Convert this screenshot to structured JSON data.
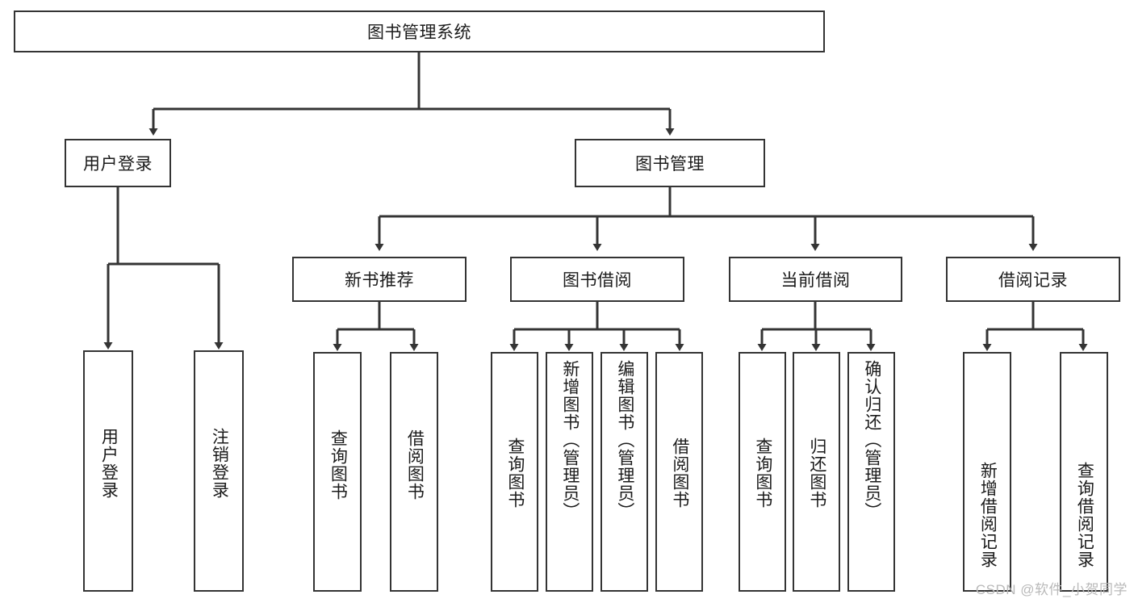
{
  "diagram": {
    "title": "图书管理系统",
    "type": "hierarchy-tree",
    "colors": {
      "background": "#ffffff",
      "node_border": "#343434",
      "node_fill": "#ffffff",
      "edge": "#343434",
      "text": "#1b1b1b",
      "watermark": "#b9b9b9"
    },
    "root": {
      "label": "图书管理系统"
    },
    "level2": [
      {
        "label": "用户登录"
      },
      {
        "label": "图书管理"
      }
    ],
    "level3": [
      {
        "label": "新书推荐"
      },
      {
        "label": "图书借阅"
      },
      {
        "label": "当前借阅"
      },
      {
        "label": "借阅记录"
      }
    ],
    "leaves_user_login": [
      {
        "label": "用户登录"
      },
      {
        "label": "注销登录"
      }
    ],
    "leaves_new_book": [
      {
        "label": "查询图书"
      },
      {
        "label": "借阅图书"
      }
    ],
    "leaves_borrow": [
      {
        "label": "查询图书"
      },
      {
        "label": "新增图书（管理员）"
      },
      {
        "label": "编辑图书（管理员）"
      },
      {
        "label": "借阅图书"
      }
    ],
    "leaves_current": [
      {
        "label": "查询图书"
      },
      {
        "label": "归还图书"
      },
      {
        "label": "确认归还（管理员）"
      }
    ],
    "leaves_records": [
      {
        "label": "新增借阅记录"
      },
      {
        "label": "查询借阅记录"
      }
    ],
    "watermark": "CSDN @软件_小贺同学"
  }
}
